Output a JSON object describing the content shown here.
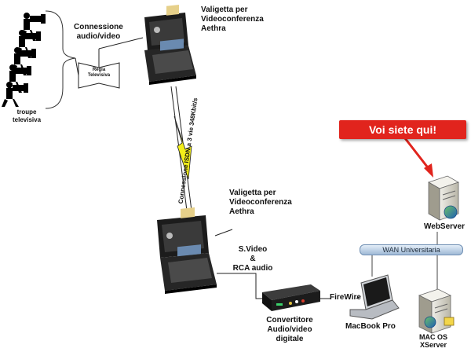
{
  "labels": {
    "connessione_av": "Connessione\naudio/video",
    "valigetta_top": "Valigetta per\nVideoconferenza\nAethra",
    "regia": "Regia\nTelevisiva",
    "troupe": "troupe\ntelevisiva",
    "isdn": "Connessione ISDN a 3 vie 348Kbit/s",
    "valigetta_bottom": "Valigetta per\nVideoconferenza\nAethra",
    "svideo": "S.Video\n&\nRCA audio",
    "convertitore": "Convertitore\nAudio/video\ndigitale",
    "firewire": "FireWire",
    "macbook": "MacBook Pro",
    "callout": "Voi siete qui!",
    "webserver": "WebServer",
    "wan": "WAN Universitaria",
    "xserver": "MAC OS\nXServer"
  },
  "colors": {
    "callout": "#e1241d",
    "lightning": "#f2ee1a",
    "wan_bar": "#9fb9d6",
    "case": "#1c1c1c",
    "server": "#dcdad0"
  },
  "icons": [
    "camera-operator-icon",
    "monitor-icon",
    "videoconference-case-icon",
    "lightning-icon",
    "converter-box-icon",
    "laptop-icon",
    "server-icon",
    "globe-icon",
    "arrow-icon"
  ]
}
